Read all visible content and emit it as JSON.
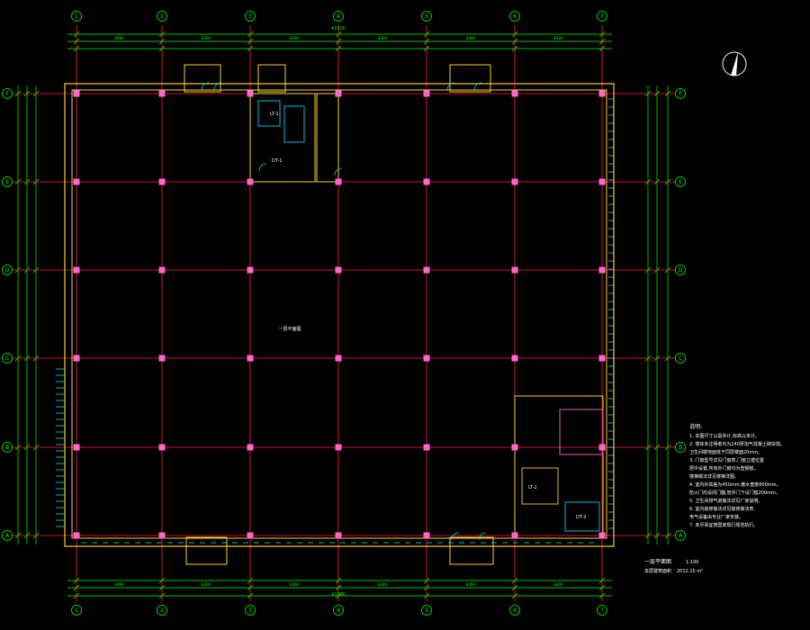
{
  "columns": [
    "1",
    "2",
    "3",
    "4",
    "5",
    "6",
    "7"
  ],
  "rows": [
    "F",
    "E",
    "D",
    "C",
    "B",
    "A"
  ],
  "overall_dimension": "41500",
  "bay_dimension": "8400",
  "room_labels": {
    "stair_1": "LT-1",
    "stair_2": "LT-2",
    "lift_1": "DT-1",
    "lift_2": "DT-2",
    "main_hall": "一层平面图"
  },
  "title": {
    "main": "一层平面图",
    "scale": "1:100",
    "sub": "本层建筑面积",
    "area": "2012.15 m²"
  },
  "notes": {
    "heading": "说明:",
    "items": [
      "1. 本图尺寸以毫米计,标高以米计。",
      "2. 墙体未注明者均为240厚加气混凝土砌块墙。",
      "   卫生间楼地面低于同层楼面20mm。",
      "3. 门窗型号详见门窗表,门窗立樘位置",
      "   居中设置,所有外门窗均为塑钢窗。",
      "   楼梯做法详见楼梯详图。",
      "4. 室内外高差为450mm,散水宽度800mm。",
      "   防火门均设闭门器,管井门下设门槛200mm。",
      "5. 卫生间排气道做法详见厂家说明。",
      "6. 室内装修做法详见装修做法表,",
      "   电气设备由专业厂家安装。",
      "7. 未尽事宜按国家现行规范执行。"
    ]
  },
  "colors": {
    "axis": "#ff1e3c",
    "wall": "#ffcc33",
    "dimension": "#00ff00",
    "column": "#ff66cc",
    "window": "#00ffff",
    "door": "#00ccff",
    "text": "#ffffff"
  }
}
